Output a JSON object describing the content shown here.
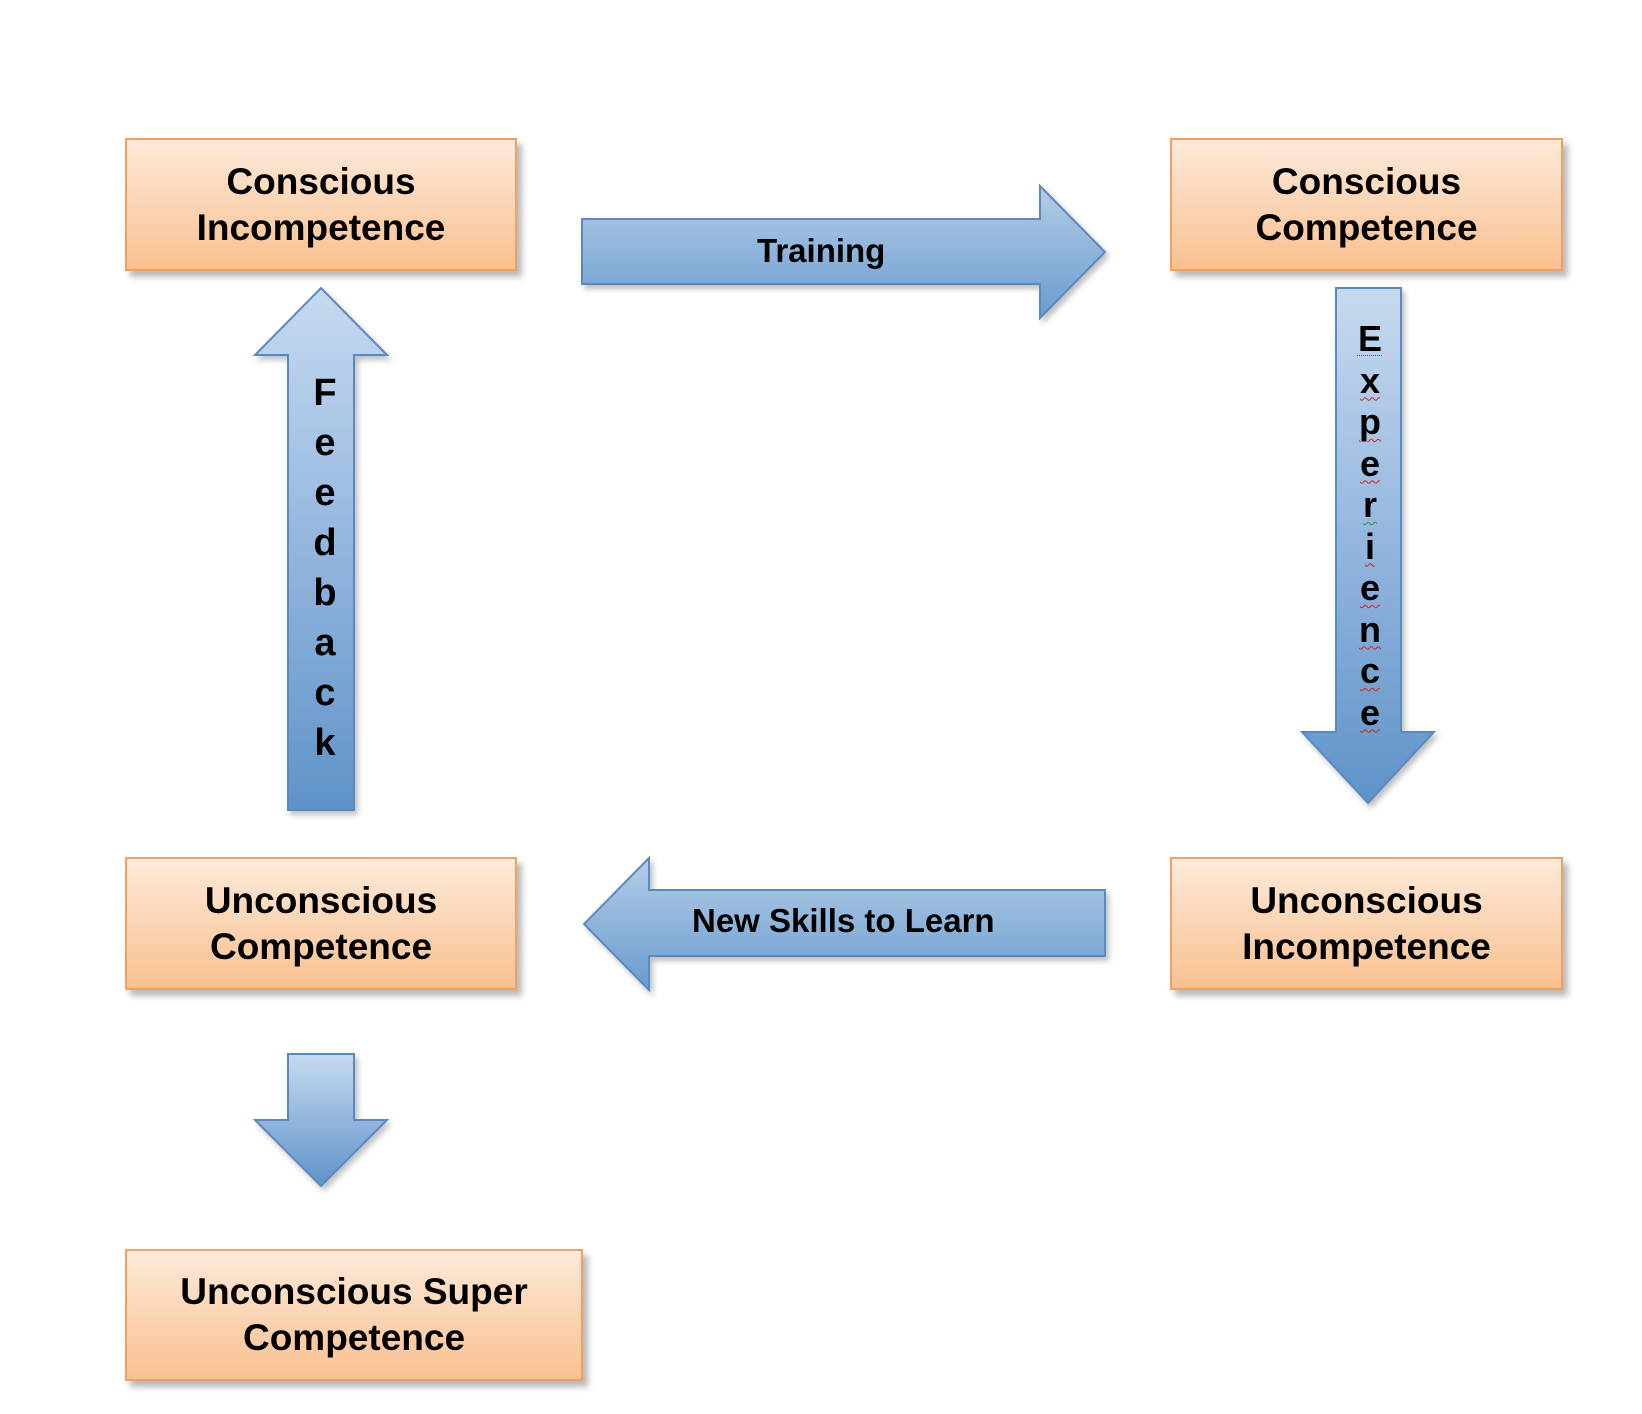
{
  "diagram": {
    "boxes": {
      "conscious_incompetence": [
        "Conscious",
        "Incompetence"
      ],
      "conscious_competence": [
        "Conscious",
        "Competence"
      ],
      "unconscious_competence": [
        "Unconscious",
        "Competence"
      ],
      "unconscious_incompetence": [
        "Unconscious",
        "Incompetence"
      ],
      "unconscious_super_competence": [
        "Unconscious Super",
        "Competence"
      ]
    },
    "arrows": {
      "training": "Training",
      "experience": [
        "E",
        "x",
        "p",
        "e",
        "r",
        "i",
        "e",
        "n",
        "c",
        "e"
      ],
      "new_skills": "New Skills to Learn",
      "feedback": [
        "F",
        "e",
        "e",
        "d",
        "b",
        "a",
        "c",
        "k"
      ]
    },
    "colors": {
      "box_border": "#f0a060",
      "box_fill_top": "#fde9d9",
      "box_fill_bottom": "#fac090",
      "arrow_fill_light": "#b4cde8",
      "arrow_fill_dark": "#5f93c8",
      "arrow_stroke": "#4f81bd"
    }
  }
}
